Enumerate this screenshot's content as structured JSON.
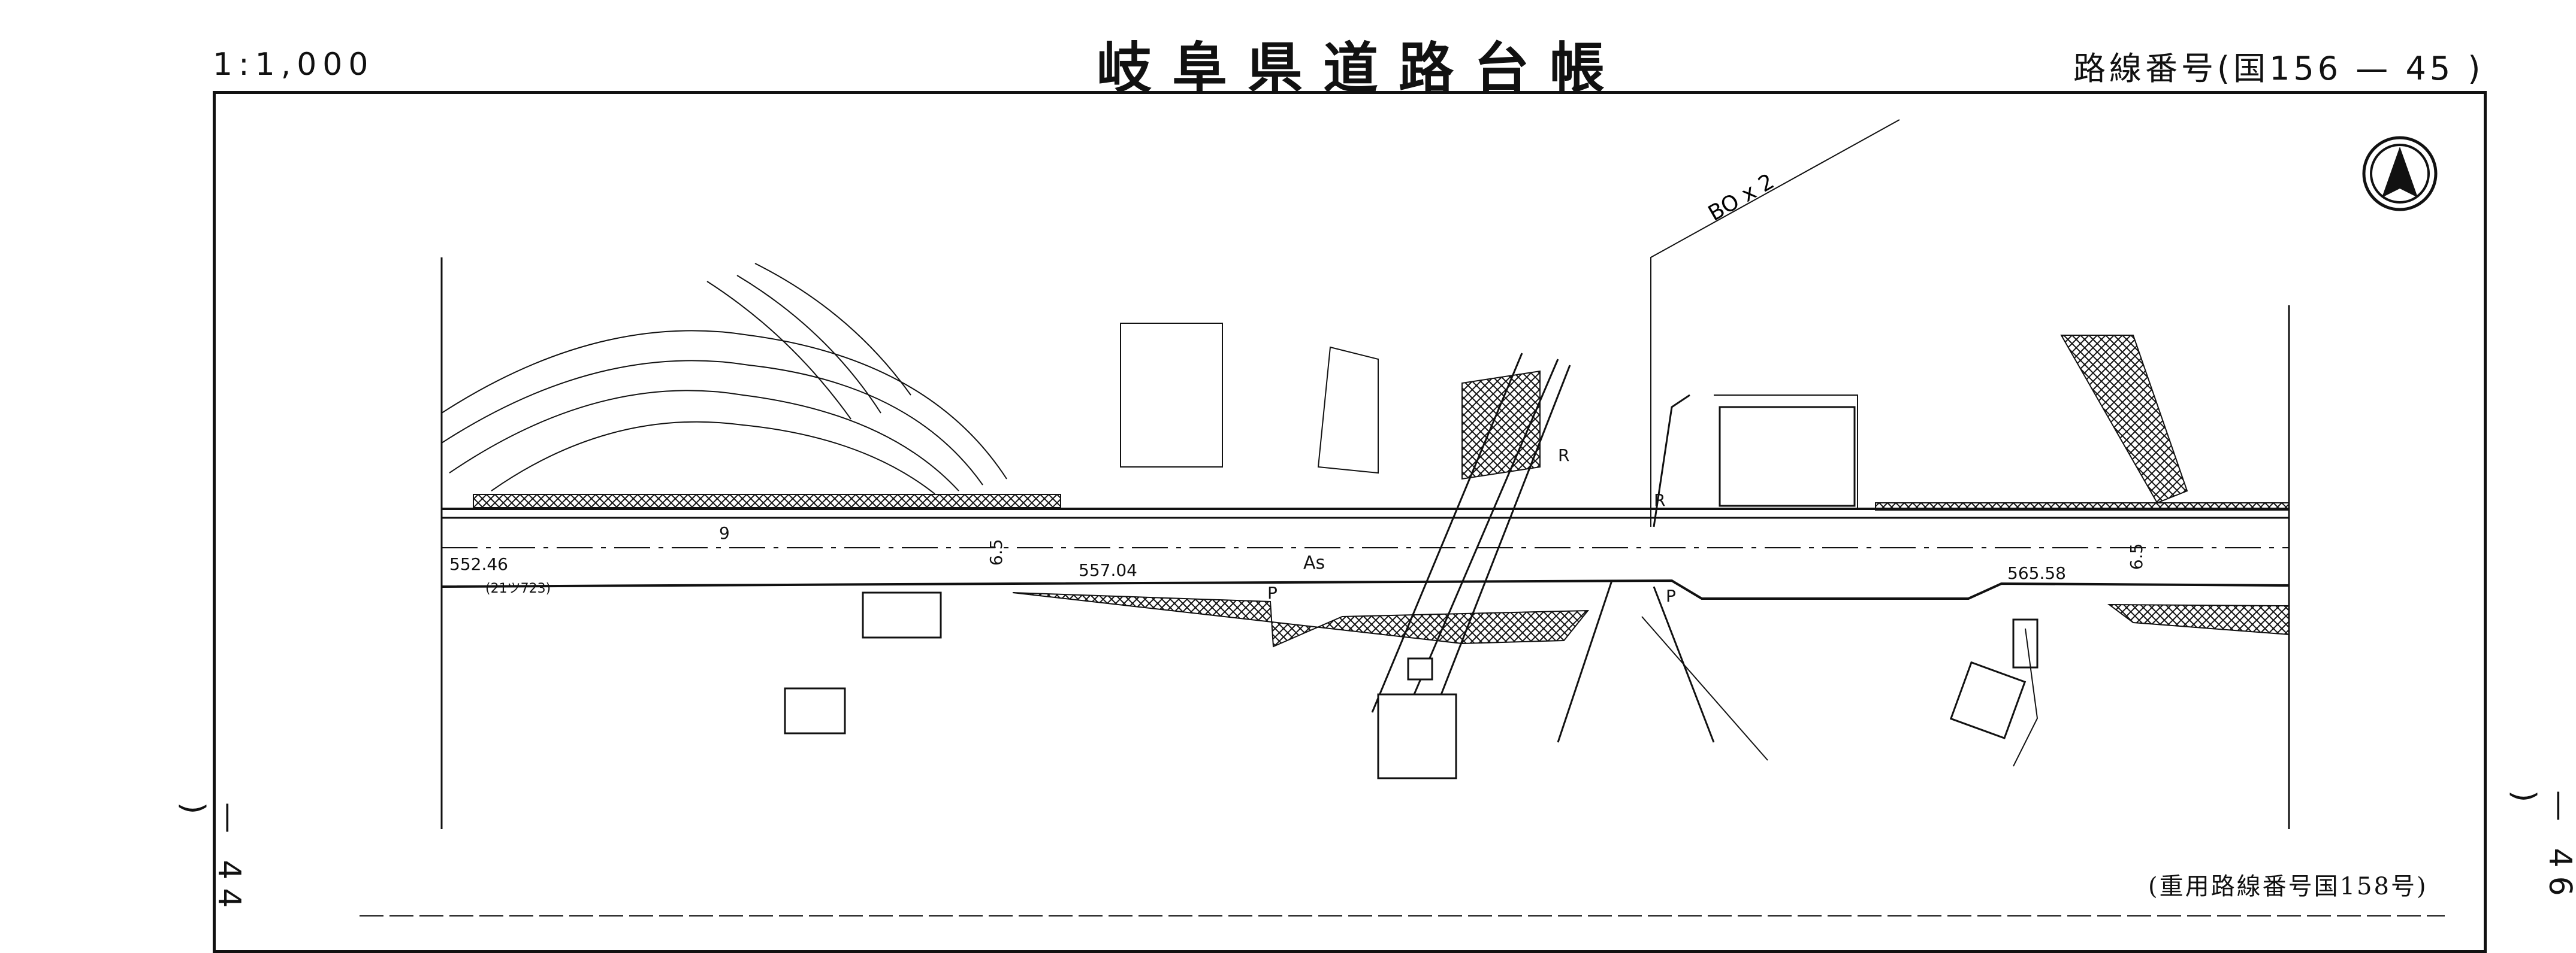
{
  "header": {
    "scale": "1:1,000",
    "title": "岐阜県道路台帳",
    "route_number": "路線番号(国156 — 45 )"
  },
  "map": {
    "chainages": [
      "552.46",
      "557.04",
      "565.58"
    ],
    "widths": [
      "6.5",
      "6.5"
    ],
    "surface": "As",
    "station_label": "9",
    "box_culvert": "BO x 2",
    "point_label": "(21ツ723)",
    "symbols": [
      "P",
      "P",
      "R",
      "R"
    ],
    "north_symbol": "north-arrow"
  },
  "footer": {
    "shared_route": "(重用路線番号国158号)",
    "page_left": "— 44 )",
    "page_right": "— 46 )"
  },
  "colors": {
    "ink": "#111111",
    "background": "#ffffff"
  }
}
